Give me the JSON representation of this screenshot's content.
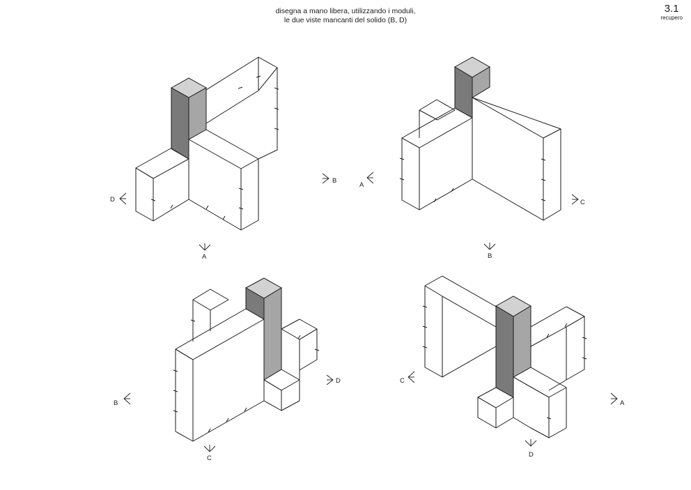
{
  "header": {
    "instruction_line1": "disegna a mano libera, utilizzando i moduli,",
    "instruction_line2": "le due viste mancanti del solido (B, D)",
    "exercise_number": "3.1",
    "exercise_label": "recupero"
  },
  "views": [
    {
      "labels": [
        "D",
        "B",
        "A"
      ]
    },
    {
      "labels": [
        "A",
        "C",
        "B"
      ]
    },
    {
      "labels": [
        "B",
        "D",
        "C"
      ]
    },
    {
      "labels": [
        "C",
        "A",
        "D"
      ]
    }
  ],
  "colors": {
    "line": "#1a1a1a",
    "top_face": "#d2d2d2",
    "dark_face": "#7a7a7a",
    "light_face": "#a6a6a6"
  }
}
